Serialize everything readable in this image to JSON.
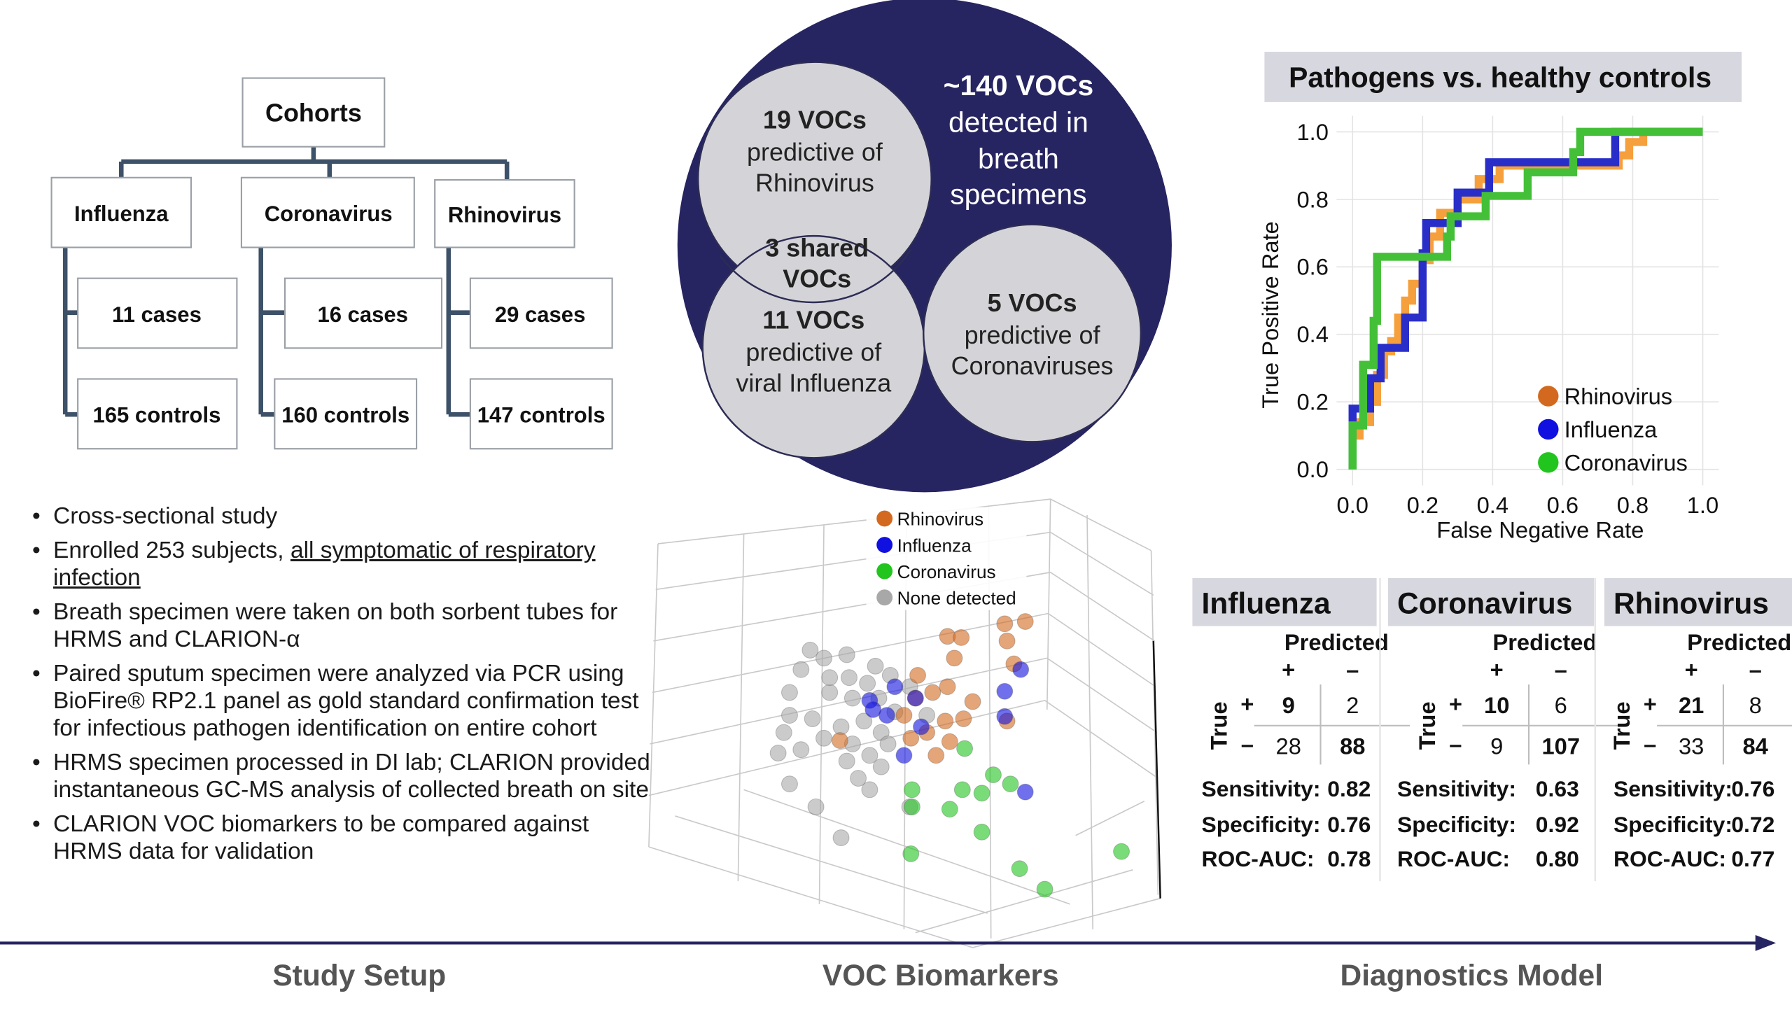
{
  "cohorts": {
    "title": "Cohorts",
    "groups": [
      {
        "name": "Influenza",
        "cases": "11 cases",
        "controls": "165 controls"
      },
      {
        "name": "Coronavirus",
        "cases": "16 cases",
        "controls": "160 controls"
      },
      {
        "name": "Rhinovirus",
        "cases": "29 cases",
        "controls": "147 controls"
      }
    ]
  },
  "venn": {
    "total_lines": [
      "~140 VOCs",
      "detected in",
      "breath",
      "specimens"
    ],
    "rhino_lines": [
      "19 VOCs",
      "predictive of",
      "Rhinovirus"
    ],
    "shared_lines": [
      "3 shared",
      "VOCs"
    ],
    "influenza_lines": [
      "11 VOCs",
      "predictive of",
      "viral Influenza"
    ],
    "corona_lines": [
      "5 VOCs",
      "predictive of",
      "Coronaviruses"
    ]
  },
  "bullets": {
    "b1": "Cross-sectional study",
    "b2_pre": "Enrolled 253 subjects, ",
    "b2_u": "all symptomatic of respiratory infection",
    "b3": "Breath specimen were taken on both sorbent tubes for HRMS and CLARION-α",
    "b4": "Paired sputum specimen were analyzed via PCR using BioFire® RP2.1 panel as gold standard confirmation test for infectious pathogen identification on entire cohort",
    "b5": "HRMS specimen processed in DI lab; CLARION provided instantaneous GC-MS analysis of collected breath on site",
    "b6": "CLARION VOC biomarkers to be compared against HRMS data for validation"
  },
  "scatter3d": {
    "legend": [
      {
        "label": "Rhinovirus",
        "color": "#d2691e"
      },
      {
        "label": "Influenza",
        "color": "#1010e0"
      },
      {
        "label": "Coronavirus",
        "color": "#22c41e"
      },
      {
        "label": "None detected",
        "color": "#a8a8a8"
      }
    ]
  },
  "chart_data": {
    "type": "line",
    "title": "Pathogens vs. healthy controls",
    "xlabel": "False Negative Rate",
    "ylabel": "True Positive Rate",
    "xlim": [
      0,
      1
    ],
    "ylim": [
      0,
      1
    ],
    "xticks": [
      "0.0",
      "0.2",
      "0.4",
      "0.6",
      "0.8",
      "1.0"
    ],
    "yticks": [
      "0.0",
      "0.2",
      "0.4",
      "0.6",
      "0.8",
      "1.0"
    ],
    "grid": true,
    "legend_position": "bottom-right",
    "series": [
      {
        "name": "Rhinovirus",
        "color": "#f5a03c",
        "points": [
          [
            0,
            0
          ],
          [
            0,
            0.1
          ],
          [
            0.02,
            0.1
          ],
          [
            0.02,
            0.14
          ],
          [
            0.05,
            0.14
          ],
          [
            0.05,
            0.2
          ],
          [
            0.07,
            0.2
          ],
          [
            0.07,
            0.28
          ],
          [
            0.09,
            0.28
          ],
          [
            0.09,
            0.35
          ],
          [
            0.11,
            0.35
          ],
          [
            0.11,
            0.38
          ],
          [
            0.13,
            0.38
          ],
          [
            0.13,
            0.45
          ],
          [
            0.15,
            0.45
          ],
          [
            0.15,
            0.5
          ],
          [
            0.17,
            0.5
          ],
          [
            0.17,
            0.55
          ],
          [
            0.2,
            0.55
          ],
          [
            0.2,
            0.62
          ],
          [
            0.22,
            0.62
          ],
          [
            0.22,
            0.69
          ],
          [
            0.25,
            0.69
          ],
          [
            0.25,
            0.76
          ],
          [
            0.3,
            0.76
          ],
          [
            0.3,
            0.8
          ],
          [
            0.36,
            0.8
          ],
          [
            0.36,
            0.86
          ],
          [
            0.42,
            0.86
          ],
          [
            0.42,
            0.9
          ],
          [
            0.76,
            0.9
          ],
          [
            0.76,
            0.93
          ],
          [
            0.79,
            0.93
          ],
          [
            0.79,
            0.97
          ],
          [
            0.83,
            0.97
          ],
          [
            0.83,
            1
          ],
          [
            1,
            1
          ]
        ]
      },
      {
        "name": "Influenza",
        "color": "#2a2ec8",
        "points": [
          [
            0,
            0
          ],
          [
            0,
            0.18
          ],
          [
            0.05,
            0.18
          ],
          [
            0.05,
            0.27
          ],
          [
            0.08,
            0.27
          ],
          [
            0.08,
            0.36
          ],
          [
            0.15,
            0.36
          ],
          [
            0.15,
            0.45
          ],
          [
            0.2,
            0.45
          ],
          [
            0.2,
            0.64
          ],
          [
            0.21,
            0.64
          ],
          [
            0.21,
            0.73
          ],
          [
            0.3,
            0.73
          ],
          [
            0.3,
            0.82
          ],
          [
            0.39,
            0.82
          ],
          [
            0.39,
            0.91
          ],
          [
            0.75,
            0.91
          ],
          [
            0.75,
            1
          ],
          [
            1,
            1
          ]
        ]
      },
      {
        "name": "Coronavirus",
        "color": "#44c038",
        "points": [
          [
            0,
            0
          ],
          [
            0,
            0.13
          ],
          [
            0.03,
            0.13
          ],
          [
            0.03,
            0.31
          ],
          [
            0.06,
            0.31
          ],
          [
            0.06,
            0.44
          ],
          [
            0.07,
            0.44
          ],
          [
            0.07,
            0.63
          ],
          [
            0.27,
            0.63
          ],
          [
            0.27,
            0.69
          ],
          [
            0.28,
            0.69
          ],
          [
            0.28,
            0.75
          ],
          [
            0.38,
            0.75
          ],
          [
            0.38,
            0.81
          ],
          [
            0.5,
            0.81
          ],
          [
            0.5,
            0.88
          ],
          [
            0.63,
            0.88
          ],
          [
            0.63,
            0.94
          ],
          [
            0.65,
            0.94
          ],
          [
            0.65,
            1
          ],
          [
            1,
            1
          ]
        ]
      }
    ]
  },
  "confusion": [
    {
      "name": "Influenza",
      "predicted": "Predicted",
      "true": "True",
      "plus": "+",
      "minus": "–",
      "tp": "9",
      "fn": "2",
      "fp": "28",
      "tn": "88",
      "sens_label": "Sensitivity:",
      "sens": "0.82",
      "spec_label": "Specificity:",
      "spec": "0.76",
      "auc_label": "ROC-AUC:",
      "auc": "0.78"
    },
    {
      "name": "Coronavirus",
      "predicted": "Predicted",
      "true": "True",
      "plus": "+",
      "minus": "–",
      "tp": "10",
      "fn": "6",
      "fp": "9",
      "tn": "107",
      "sens_label": "Sensitivity:",
      "sens": "0.63",
      "spec_label": "Specificity:",
      "spec": "0.92",
      "auc_label": "ROC-AUC:",
      "auc": "0.80"
    },
    {
      "name": "Rhinovirus",
      "predicted": "Predicted",
      "true": "True",
      "plus": "+",
      "minus": "–",
      "tp": "21",
      "fn": "8",
      "fp": "33",
      "tn": "84",
      "sens_label": "Sensitivity:",
      "sens": "0.76",
      "spec_label": "Specificity:",
      "spec": "0.72",
      "auc_label": "ROC-AUC:",
      "auc": "0.77"
    }
  ],
  "footer": {
    "study_setup": "Study Setup",
    "voc_biomarkers": "VOC Biomarkers",
    "diagnostics_model": "Diagnostics Model"
  }
}
